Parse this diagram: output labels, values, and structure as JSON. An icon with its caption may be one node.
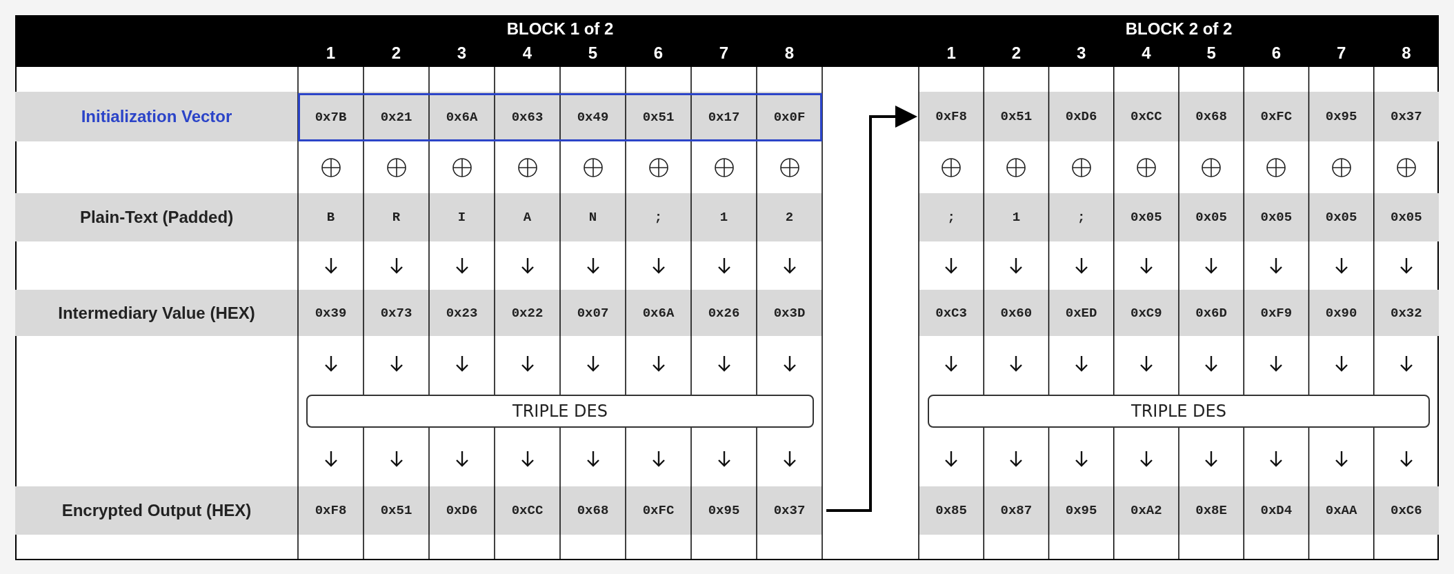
{
  "diagram": {
    "nodes": [
      {
        "text": [
          "0x7B",
          "0x21",
          "0x6A",
          "0x63",
          "0x49",
          "0x51",
          "0x17",
          "0x0F"
        ]
      },
      {
        "text": [
          "0xF8",
          "0x51",
          "0xD6",
          "0xCC",
          "0x68",
          "0xFC",
          "0x95",
          "0x37"
        ]
      },
      {
        "text": [
          "0xF8",
          "0x51",
          "0xD6",
          "0xCC",
          "0x68",
          "0xFC",
          "0x95",
          "0x37"
        ]
      },
      {
        "text": [
          "TRIPLE DES"
        ]
      },
      {
        "text": [
          "TRIPLE DES"
        ]
      }
    ],
    "edges": [
      {
        "from": 1,
        "to": 2,
        "arrow": "to"
      }
    ],
    "labels": [
      "BLOCK 1 of 2",
      "1",
      "2",
      "3",
      "4",
      "5",
      "6",
      "7",
      "8",
      "BLOCK 2 of 2",
      "1",
      "2",
      "3",
      "4",
      "5",
      "6",
      "7",
      "8",
      "Initialization Vector",
      "Plain-Text (Padded)",
      "B",
      "R",
      "I",
      "A",
      "N",
      ";",
      "1",
      "2",
      ";",
      "1",
      ";",
      "0x05",
      "0x05",
      "0x05",
      "0x05",
      "0x05",
      "Intermediary Value (HEX)",
      "0x39",
      "0x73",
      "0x23",
      "0x22",
      "0x07",
      "0x6A",
      "0x26",
      "0x3D",
      "0xC3",
      "0x60",
      "0xED",
      "0xC9",
      "0x6D",
      "0xF9",
      "0x90",
      "0x32",
      "Encrypted Output (HEX)",
      "0x85",
      "0x87",
      "0x95",
      "0xA2",
      "0x8E",
      "0xD4",
      "0xAA",
      "0xC6"
    ]
  }
}
